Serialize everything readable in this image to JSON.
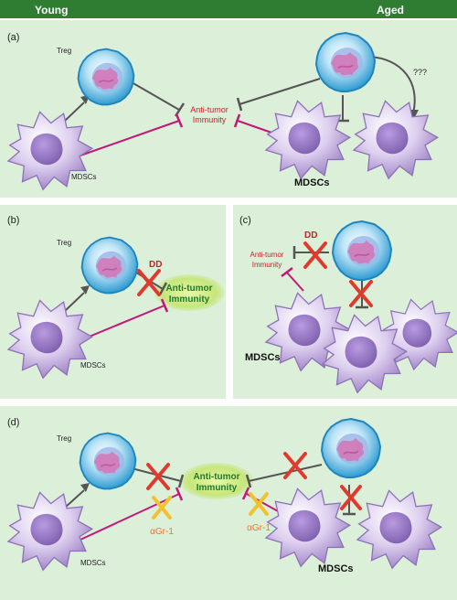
{
  "header": {
    "left": "Young",
    "right": "Aged"
  },
  "panels": {
    "a": {
      "letter": "(a)",
      "treg": "Treg",
      "immunity_line1": "Anti-tumor",
      "immunity_line2": "Immunity",
      "mdscs_small": "MDSCs",
      "mdscs_big": "MDSCs",
      "unknown": "???"
    },
    "b": {
      "letter": "(b)",
      "treg": "Treg",
      "dd": "DD",
      "immunity_line1": "Anti-tumor",
      "immunity_line2": "Immunity",
      "mdscs": "MDSCs"
    },
    "c": {
      "letter": "(c)",
      "dd": "DD",
      "immunity_line1": "Anti-tumor",
      "immunity_line2": "Immunity",
      "mdscs": "MDSCs"
    },
    "d": {
      "letter": "(d)",
      "treg": "Treg",
      "immunity_line1": "Anti-tumor",
      "immunity_line2": "Immunity",
      "agr_left": "αGr-1",
      "agr_right": "αGr-1",
      "mdscs_small": "MDSCs",
      "mdscs_big": "MDSCs"
    }
  },
  "colors": {
    "header_green": "#2e7d32",
    "panel_bg": "#dcefd9",
    "inhibit_magenta": "#c2187c",
    "treg_blue": "#3aa6d8",
    "mdsc_purple": "#b79ad6",
    "block_red": "#e03a2f",
    "block_yellow": "#f2c12e",
    "label_red": "#c0262c",
    "agr_orange": "#e8792b",
    "immunity_green": "#1e7a2e"
  }
}
